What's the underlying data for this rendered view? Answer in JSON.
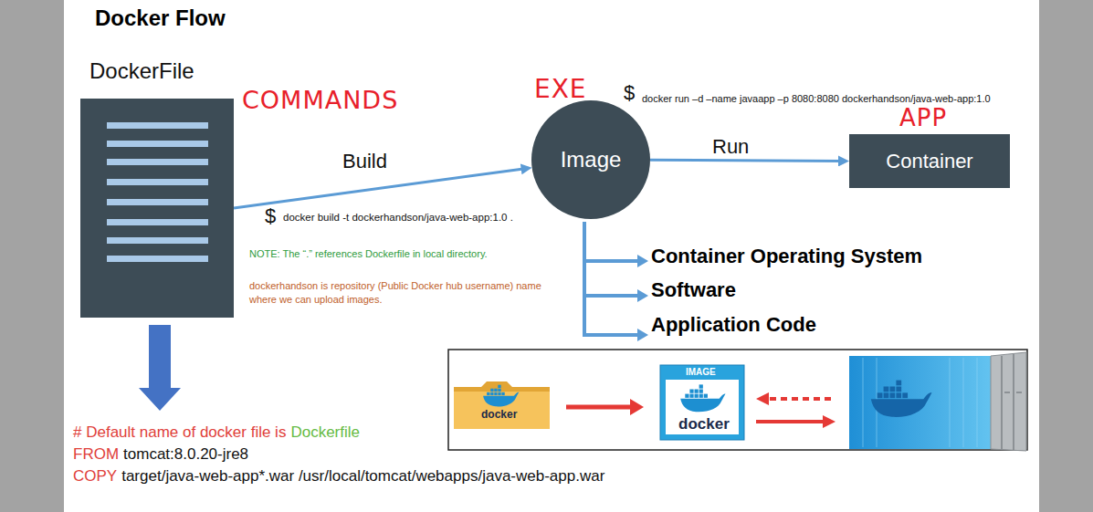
{
  "diagram": {
    "title": "Docker Flow",
    "nodes": [
      {
        "text": [
          "DockerFile"
        ]
      },
      {
        "text": [
          "Image"
        ]
      },
      {
        "text": [
          "Container"
        ]
      }
    ],
    "edges": [
      {
        "from": 0,
        "to": 1,
        "label": "Build",
        "arrow": "to"
      },
      {
        "from": 1,
        "to": 2,
        "label": "Run",
        "arrow": "to"
      }
    ],
    "labels": [
      "COMMANDS",
      "EXE",
      "$",
      "docker run –d –name javaapp –p 8080:8080 dockerhandson/java-web-app:1.0",
      "APP",
      "$",
      "docker build -t dockerhandson/java-web-app:1.0 .",
      "NOTE: The “.” references Dockerfile in local directory.",
      "dockerhandson is repository (Public Docker hub username) name where we can upload images.",
      "Container Operating System",
      "Software",
      "Application Code",
      "docker",
      "IMAGE",
      "docker",
      "# Default name of docker file is",
      "Dockerfile",
      "FROM",
      "tomcat:8.0.20-jre8",
      "COPY",
      "target/java-web-app*.war /usr/local/tomcat/webapps/java-web-app.war"
    ]
  }
}
